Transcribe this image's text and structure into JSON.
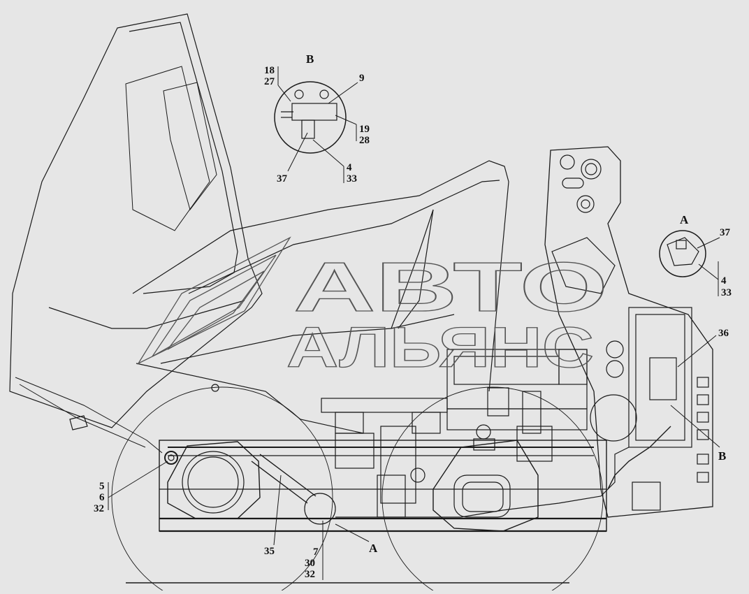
{
  "watermark": {
    "line1": "АВТО",
    "line2": "АЛЬЯНС"
  },
  "views": {
    "B_top": "B",
    "A_right": "A",
    "A_pointer": "A",
    "B_pointer": "B"
  },
  "callouts": {
    "c18": "18",
    "c27": "27",
    "c9": "9",
    "c19": "19",
    "c28": "28",
    "c37a": "37",
    "c4a": "4",
    "c33a": "33",
    "c37b": "37",
    "c4b": "4",
    "c33b": "33",
    "c36": "36",
    "c5": "5",
    "c6": "6",
    "c32a": "32",
    "c35": "35",
    "c7": "7",
    "c30": "30",
    "c32b": "32"
  }
}
